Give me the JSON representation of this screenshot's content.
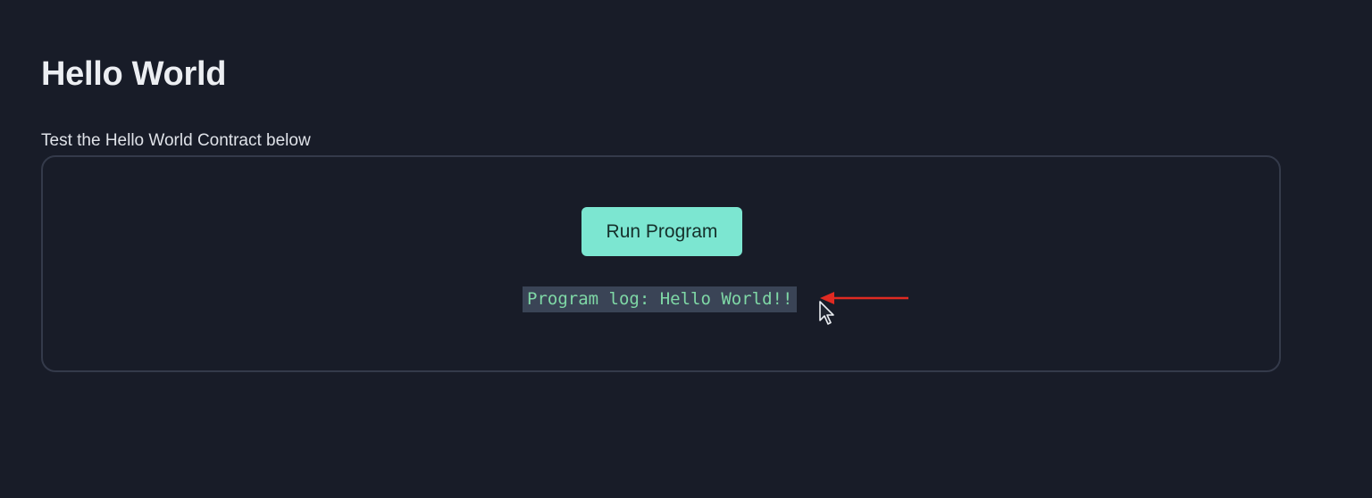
{
  "page": {
    "title": "Hello World",
    "section_label": "Test the Hello World Contract below"
  },
  "panel": {
    "run_button_label": "Run Program",
    "log_text": "Program log: Hello World!!"
  },
  "icons": {
    "arrow": "arrow-left-icon",
    "cursor": "mouse-cursor-icon"
  },
  "colors": {
    "background": "#181c28",
    "panel_border": "#343a4a",
    "button_bg": "#7ce6d1",
    "log_highlight": "#3a4456",
    "log_text": "#7fd8a6",
    "arrow": "#e02a22"
  }
}
